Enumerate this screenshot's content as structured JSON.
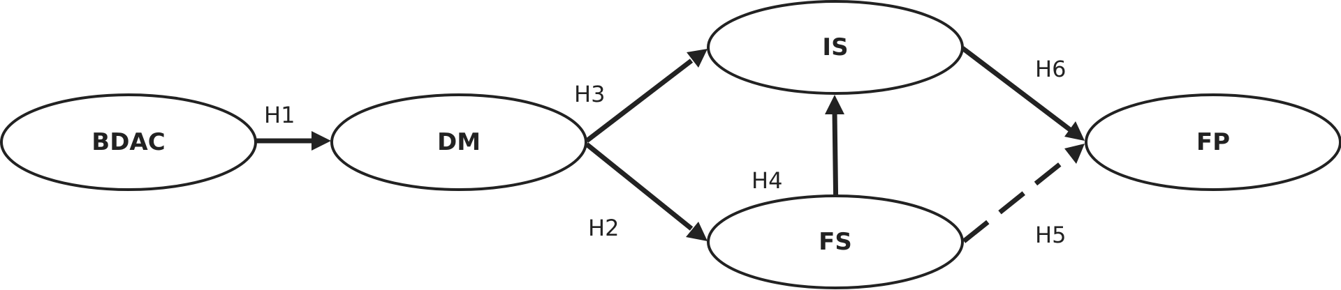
{
  "nodes": {
    "bdac": {
      "label": "BDAC"
    },
    "dm": {
      "label": "DM"
    },
    "is": {
      "label": "IS"
    },
    "fs": {
      "label": "FS"
    },
    "fp": {
      "label": "FP"
    }
  },
  "edges": {
    "h1": {
      "label": "H1",
      "from": "BDAC",
      "to": "DM",
      "style": "solid"
    },
    "h2": {
      "label": "H2",
      "from": "DM",
      "to": "FS",
      "style": "solid"
    },
    "h3": {
      "label": "H3",
      "from": "DM",
      "to": "IS",
      "style": "solid"
    },
    "h4": {
      "label": "H4",
      "from": "FS",
      "to": "IS",
      "style": "solid"
    },
    "h5": {
      "label": "H5",
      "from": "FS",
      "to": "FP",
      "style": "dashed"
    },
    "h6": {
      "label": "H6",
      "from": "IS",
      "to": "FP",
      "style": "solid"
    }
  },
  "colors": {
    "stroke": "#222222",
    "background": "#ffffff"
  }
}
